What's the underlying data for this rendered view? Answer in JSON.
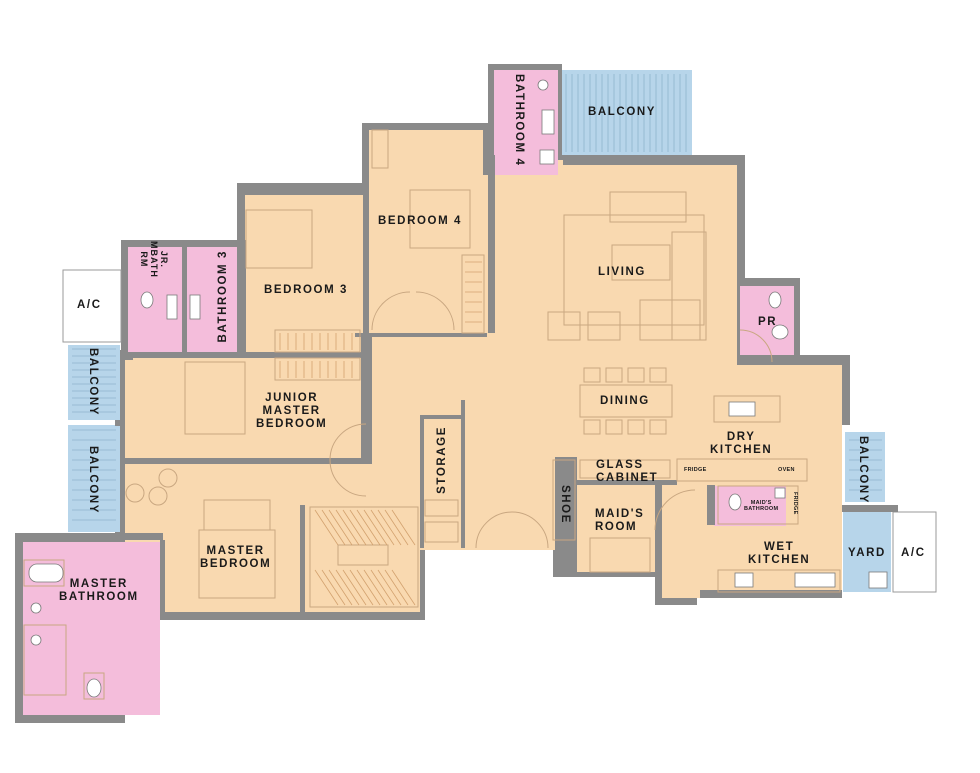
{
  "colors": {
    "wall": "#8a8a8a",
    "room": "#f9d9b0",
    "wet": "#f4bddb",
    "balcony": "#b7d5ea",
    "furniture_line": "#c9a781",
    "background": "#ffffff"
  },
  "rooms": {
    "bathroom4": "BATHROOM 4",
    "balcony_top": "BALCONY",
    "bedroom4": "BEDROOM 4",
    "living": "LIVING",
    "bedroom3": "BEDROOM 3",
    "jr_mbath": "JR.\nMBATH\nRM",
    "bathroom3": "BATHROOM 3",
    "ac_left": "A/C",
    "balcony_left1": "BALCONY",
    "balcony_left2": "BALCONY",
    "pr": "PR",
    "junior_master": "JUNIOR\nMASTER\nBEDROOM",
    "dining": "DINING",
    "dry_kitchen": "DRY\nKITCHEN",
    "storage": "STORAGE",
    "glass_cabinet": "GLASS\nCABINET",
    "shoe": "SHOE",
    "maids_room": "MAID'S\nROOM",
    "balcony_right": "BALCONY",
    "master_bedroom": "MASTER\nBEDROOM",
    "wet_kitchen": "WET\nKITCHEN",
    "yard": "YARD",
    "ac_right": "A/C",
    "master_bathroom": "MASTER\nBATHROOM"
  },
  "appliances": {
    "fridge1": "FRIDGE",
    "oven": "OVEN",
    "maids_bathroom": "MAID'S\nBATHROOM",
    "fridge2": "FRIDGE"
  }
}
